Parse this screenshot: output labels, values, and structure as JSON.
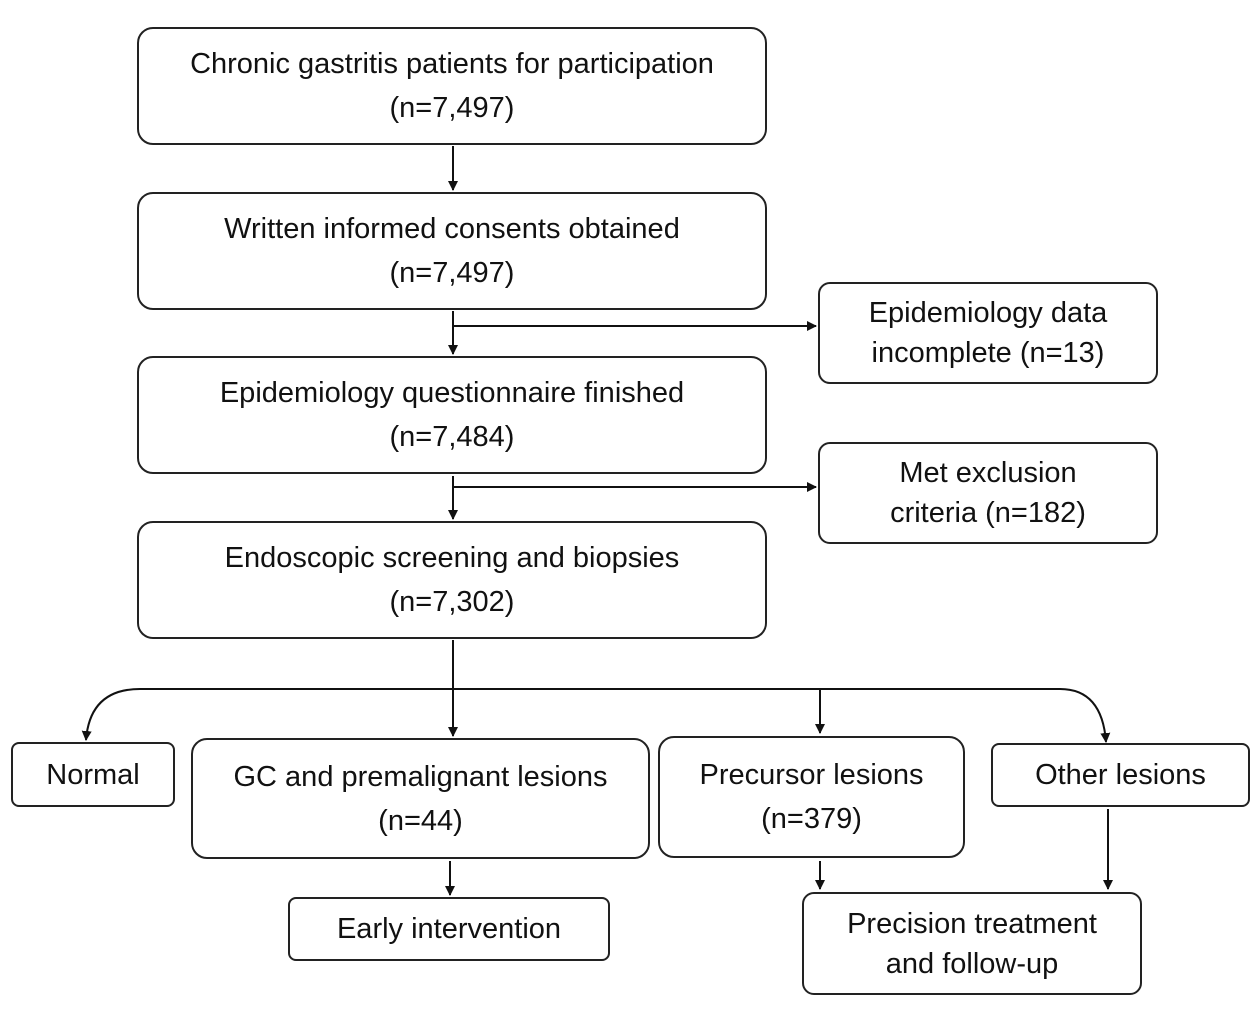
{
  "nodes": {
    "participation": {
      "line1": "Chronic gastritis patients for participation",
      "line2": "(n=7,497)"
    },
    "consent": {
      "line1": "Written informed consents obtained",
      "line2": "(n=7,497)"
    },
    "epi_incomplete": {
      "line1": "Epidemiology data",
      "line2": "incomplete (n=13)"
    },
    "questionnaire": {
      "line1": "Epidemiology questionnaire finished",
      "line2": "(n=7,484)"
    },
    "exclusion": {
      "line1": "Met exclusion",
      "line2": "criteria (n=182)"
    },
    "screening": {
      "line1": "Endoscopic screening and biopsies",
      "line2": "(n=7,302)"
    },
    "normal": {
      "line1": "Normal"
    },
    "gc": {
      "line1": "GC and premalignant lesions",
      "line2": "(n=44)"
    },
    "precursor": {
      "line1": "Precursor lesions",
      "line2": "(n=379)"
    },
    "other": {
      "line1": "Other lesions"
    },
    "early": {
      "line1": "Early intervention"
    },
    "precision": {
      "line1": "Precision treatment",
      "line2": "and follow-up"
    }
  },
  "edges": [
    {
      "from": "participation",
      "to": "consent"
    },
    {
      "from": "consent",
      "to": "questionnaire"
    },
    {
      "from": "consent",
      "to": "epi_incomplete"
    },
    {
      "from": "questionnaire",
      "to": "screening"
    },
    {
      "from": "questionnaire",
      "to": "exclusion"
    },
    {
      "from": "screening",
      "to": "normal"
    },
    {
      "from": "screening",
      "to": "gc"
    },
    {
      "from": "screening",
      "to": "precursor"
    },
    {
      "from": "screening",
      "to": "other"
    },
    {
      "from": "gc",
      "to": "early"
    },
    {
      "from": "precursor",
      "to": "precision"
    },
    {
      "from": "other",
      "to": "precision"
    }
  ]
}
